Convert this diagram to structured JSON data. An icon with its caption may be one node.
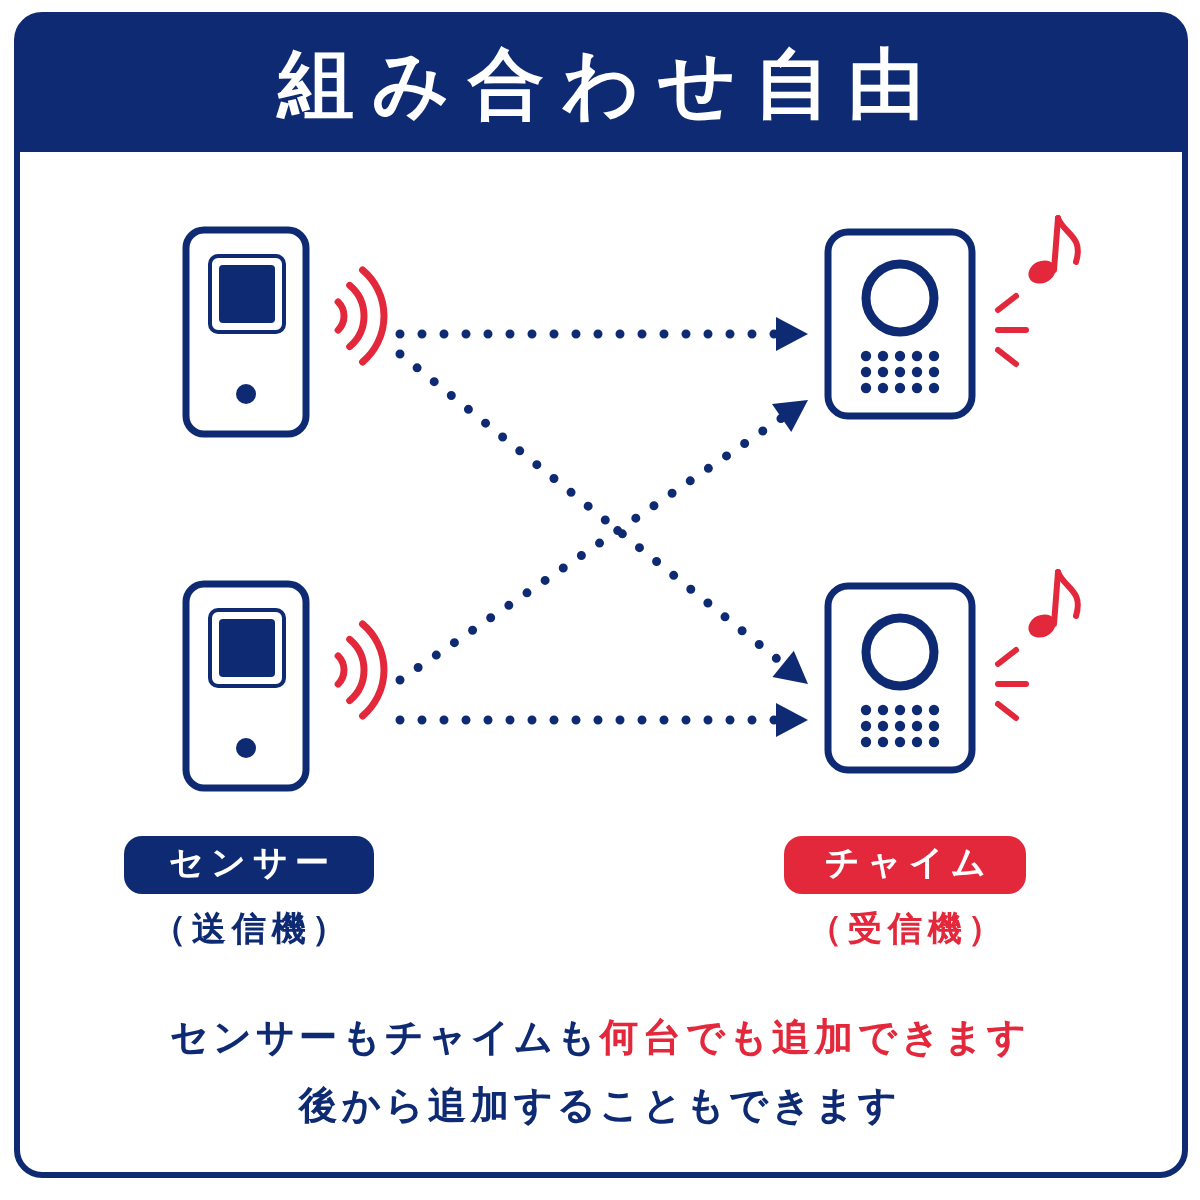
{
  "diagram": {
    "title": "組み合わせ自由",
    "nodes": [
      {
        "text": [],
        "shape": "picture"
      },
      {
        "text": [],
        "shape": "picture"
      },
      {
        "text": [],
        "shape": "picture"
      },
      {
        "text": [],
        "shape": "picture"
      },
      {
        "text": [
          "センサー"
        ],
        "beside": [
          "（送信機）"
        ]
      },
      {
        "text": [
          "チャイム"
        ],
        "beside": [
          "（受信機）"
        ]
      }
    ],
    "edges": [
      {
        "from": 0,
        "to": 1,
        "arrow": "to",
        "style": "dashed"
      },
      {
        "from": 0,
        "to": 3,
        "arrow": "to",
        "style": "dashed"
      },
      {
        "from": 2,
        "to": 1,
        "arrow": "to",
        "style": "dashed"
      },
      {
        "from": 2,
        "to": 3,
        "arrow": "to",
        "style": "dashed"
      }
    ],
    "labels": [
      "センサーもチャイムも",
      "何台でも追加できます",
      "後から追加することもできます"
    ]
  }
}
